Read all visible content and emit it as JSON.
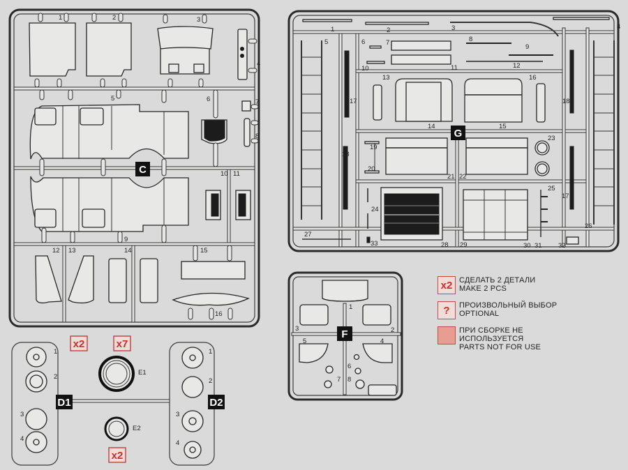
{
  "sheet": {
    "sprues": [
      {
        "id": "C",
        "label": "C",
        "part_numbers": [
          "1",
          "2",
          "3",
          "4",
          "5",
          "6",
          "7",
          "8",
          "9",
          "10",
          "11",
          "12",
          "13",
          "14",
          "15",
          "16"
        ]
      },
      {
        "id": "G",
        "label": "G",
        "part_numbers": [
          "1",
          "2",
          "3",
          "4",
          "5",
          "6",
          "7",
          "8",
          "9",
          "10",
          "11",
          "12",
          "13",
          "14",
          "15",
          "16",
          "17",
          "18",
          "19",
          "20",
          "21",
          "22",
          "23",
          "24",
          "25",
          "26",
          "27",
          "28",
          "29",
          "30",
          "31",
          "32",
          "33"
        ]
      },
      {
        "id": "F",
        "label": "F",
        "part_numbers": [
          "1",
          "2",
          "3",
          "4",
          "5",
          "6",
          "7",
          "8"
        ]
      },
      {
        "id": "D1",
        "label": "D1",
        "part_numbers": [
          "1",
          "2",
          "3",
          "4"
        ],
        "quantity": "x2"
      },
      {
        "id": "D2",
        "label": "D2",
        "part_numbers": [
          "1",
          "2",
          "3",
          "4"
        ]
      },
      {
        "id": "E1",
        "label": "E1",
        "quantity": "x7"
      },
      {
        "id": "E2",
        "label": "E2",
        "quantity": "x2"
      }
    ],
    "quantity_labels": {
      "d1": "x2",
      "e1": "x7",
      "e2": "x2"
    }
  },
  "legend": {
    "items": [
      {
        "symbol": "x2",
        "line1": "СДЕЛАТЬ 2 ДЕТАЛИ",
        "line2": "MAKE 2 PCS",
        "line3": ""
      },
      {
        "symbol": "?",
        "line1": "ПРОИЗВОЛЬНЫЙ ВЫБОР",
        "line2": "OPTIONAL",
        "line3": ""
      },
      {
        "symbol": "",
        "line1": "ПРИ СБОРКЕ НЕ",
        "line2": "ИСПОЛЬЗУЕТСЯ",
        "line3": "PARTS NOT FOR USE"
      }
    ],
    "colors": {
      "accent": "#c8302e",
      "box_fill": "#f3dcd8",
      "not_used_fill": "#e89c92"
    }
  }
}
